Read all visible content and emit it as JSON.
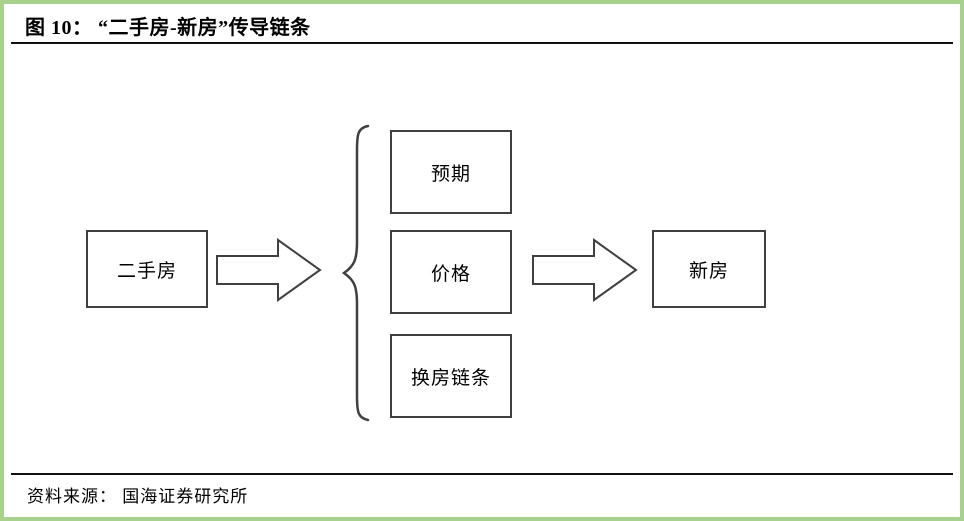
{
  "figure": {
    "title": "图 10：  “二手房-新房”传导链条",
    "source": "资料来源： 国海证券研究所"
  },
  "diagram": {
    "type": "flow",
    "left_node": "二手房",
    "middle_nodes": [
      "预期",
      "价格",
      "换房链条"
    ],
    "right_node": "新房",
    "flow": "二手房 → {预期, 价格, 换房链条} → 新房"
  },
  "colors": {
    "frame_border": "#a9d18e",
    "box_border": "#404040",
    "rule_line": "#111111",
    "text": "#000000",
    "background": "#ffffff"
  },
  "icons": {
    "arrow_right": "block-arrow-right",
    "brace": "left-curly-brace"
  }
}
